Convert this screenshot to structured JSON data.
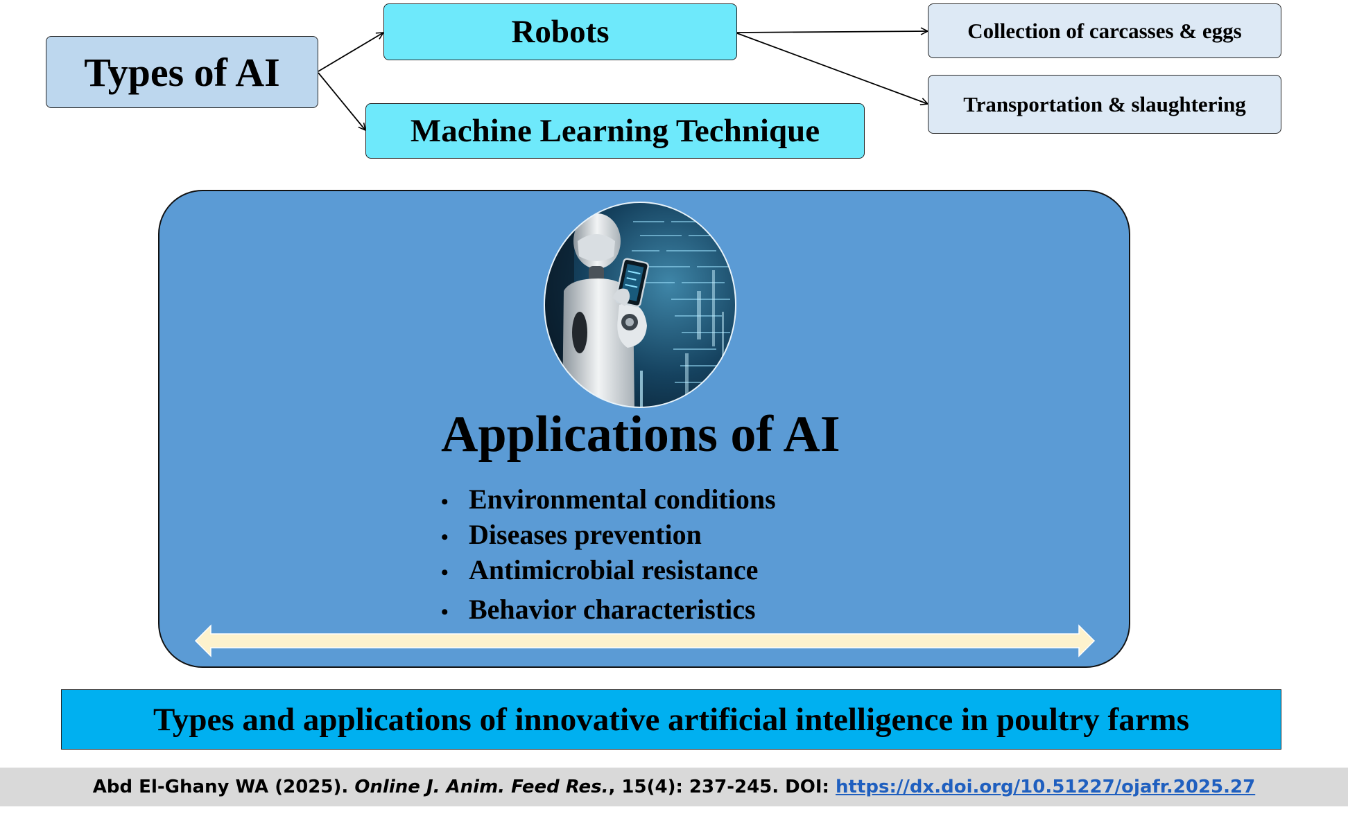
{
  "diagram": {
    "types_title": "Types of AI",
    "robots_label": "Robots",
    "ml_label": "Machine Learning Technique",
    "robot_tasks": [
      "Collection of carcasses & eggs",
      "Transportation & slaughtering"
    ],
    "applications_title": "Applications of AI",
    "applications": [
      "Environmental conditions",
      "Diseases prevention",
      "Antimicrobial resistance",
      "Behavior characteristics"
    ],
    "bullet": "•",
    "caption": "Types and applications of innovative artificial intelligence in poultry farms"
  },
  "citation": {
    "author": "Abd El-Ghany WA (2025).",
    "journal": "Online J. Anim. Feed Res.",
    "volume": ", 15(4): 237-245. DOI:",
    "doi_url": "https://dx.doi.org/10.51227/ojafr.2025.27"
  },
  "colors": {
    "types_box": "#bdd7ee",
    "cyan_box": "#6ee9fb",
    "task_box": "#dde9f5",
    "panel": "#5b9bd5",
    "caption_box": "#00b0f0",
    "arrow_fill": "#fdf2cd",
    "citation_bar": "#d9d9d9",
    "link": "#1f5fbf"
  },
  "icons": {
    "robot_image": "humanoid-robot-with-tablet"
  }
}
